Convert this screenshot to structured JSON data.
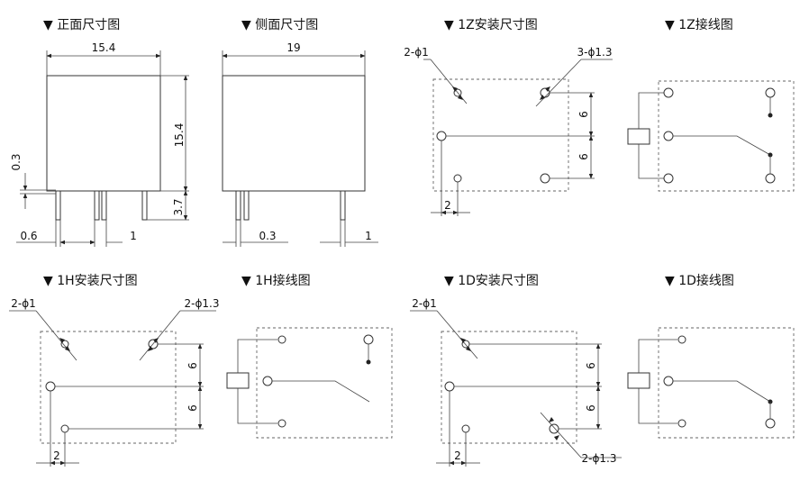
{
  "titles": {
    "front": "▼ 正面尺寸图",
    "side": "▼ 侧面尺寸图",
    "z_mount": "▼ 1Z安装尺寸图",
    "z_wiring": "▼ 1Z接线图",
    "h_mount": "▼ 1H安装尺寸图",
    "h_wiring": "▼ 1H接线图",
    "d_mount": "▼ 1D安装尺寸图",
    "d_wiring": "▼ 1D接线图"
  },
  "front": {
    "width": "15.4",
    "height": "15.4",
    "pin_length": "3.7",
    "base_gap": "0.3",
    "pin_offset": "0.6",
    "pin_width": "1"
  },
  "side": {
    "width": "19",
    "pin_offset": "0.3",
    "pin_width": "1"
  },
  "z_mount": {
    "hole_small": "2-ϕ1",
    "hole_large": "3-ϕ1.3",
    "pitch_upper": "6",
    "pitch_lower": "6",
    "pitch_x": "2"
  },
  "h_mount": {
    "hole_small": "2-ϕ1",
    "hole_large": "2-ϕ1.3",
    "pitch_upper": "6",
    "pitch_lower": "6",
    "pitch_x": "2"
  },
  "d_mount": {
    "hole_small": "2-ϕ1",
    "hole_large": "2-ϕ1.3",
    "pitch_upper": "6",
    "pitch_lower": "6",
    "pitch_x": "2"
  }
}
